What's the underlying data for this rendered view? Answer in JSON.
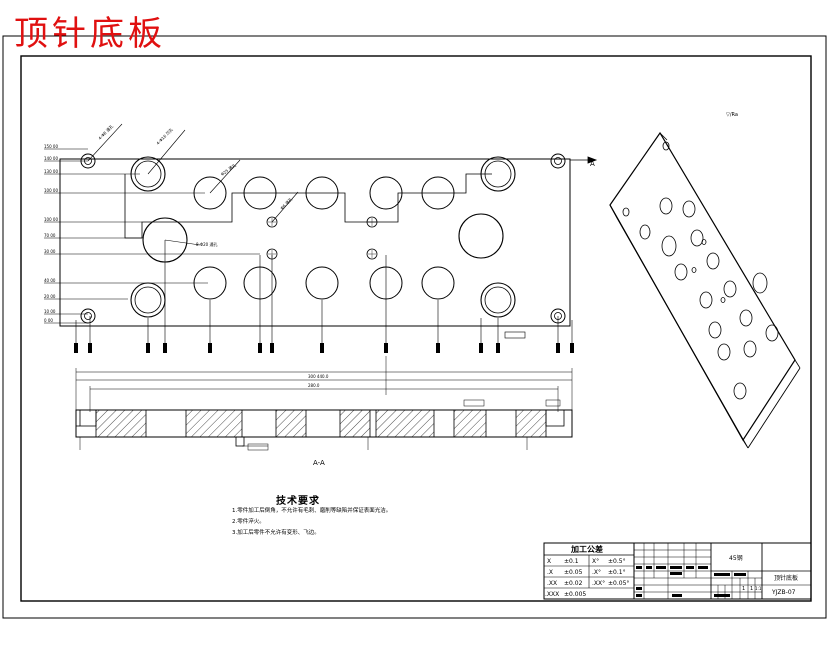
{
  "title": "顶针底板",
  "section_label": "A",
  "section_view_label": "A-A",
  "surface_mark": "▽/Ra",
  "tech": {
    "title": "技术要求",
    "items": [
      "1.零件加工后倒角，不允许有毛刺、磨削等缺陷并保证表面光洁。",
      "2.零件淬火。",
      "3.加工后零件不允许有变形、飞边。"
    ]
  },
  "tolerance": {
    "title": "加工公差",
    "rows": [
      [
        "X",
        "±0.1",
        "X°",
        "±0.5°"
      ],
      [
        ".X",
        "±0.05",
        ".X°",
        "±0.1°"
      ],
      [
        ".XX",
        "±0.02",
        ".XX°",
        "±0.05°"
      ],
      [
        ".XXX",
        "±0.005",
        "",
        ""
      ]
    ]
  },
  "title_block": {
    "material": "45钢",
    "part_name": "顶针底板",
    "drawing_no": "YJZB-07",
    "scale_row": [
      "1",
      "1",
      "1:1"
    ]
  },
  "dimension_labels": {
    "top_holes": [
      "4-Φ8 通孔",
      "4-Φ16 沉孔",
      "Φ25 通孔",
      "Φ30 沉孔"
    ],
    "mid": [
      "8-Φ20 通孔",
      "4-Φ6 M8",
      "Φ6 通孔"
    ],
    "overall": "300  440.0",
    "right_note": "280.0"
  }
}
